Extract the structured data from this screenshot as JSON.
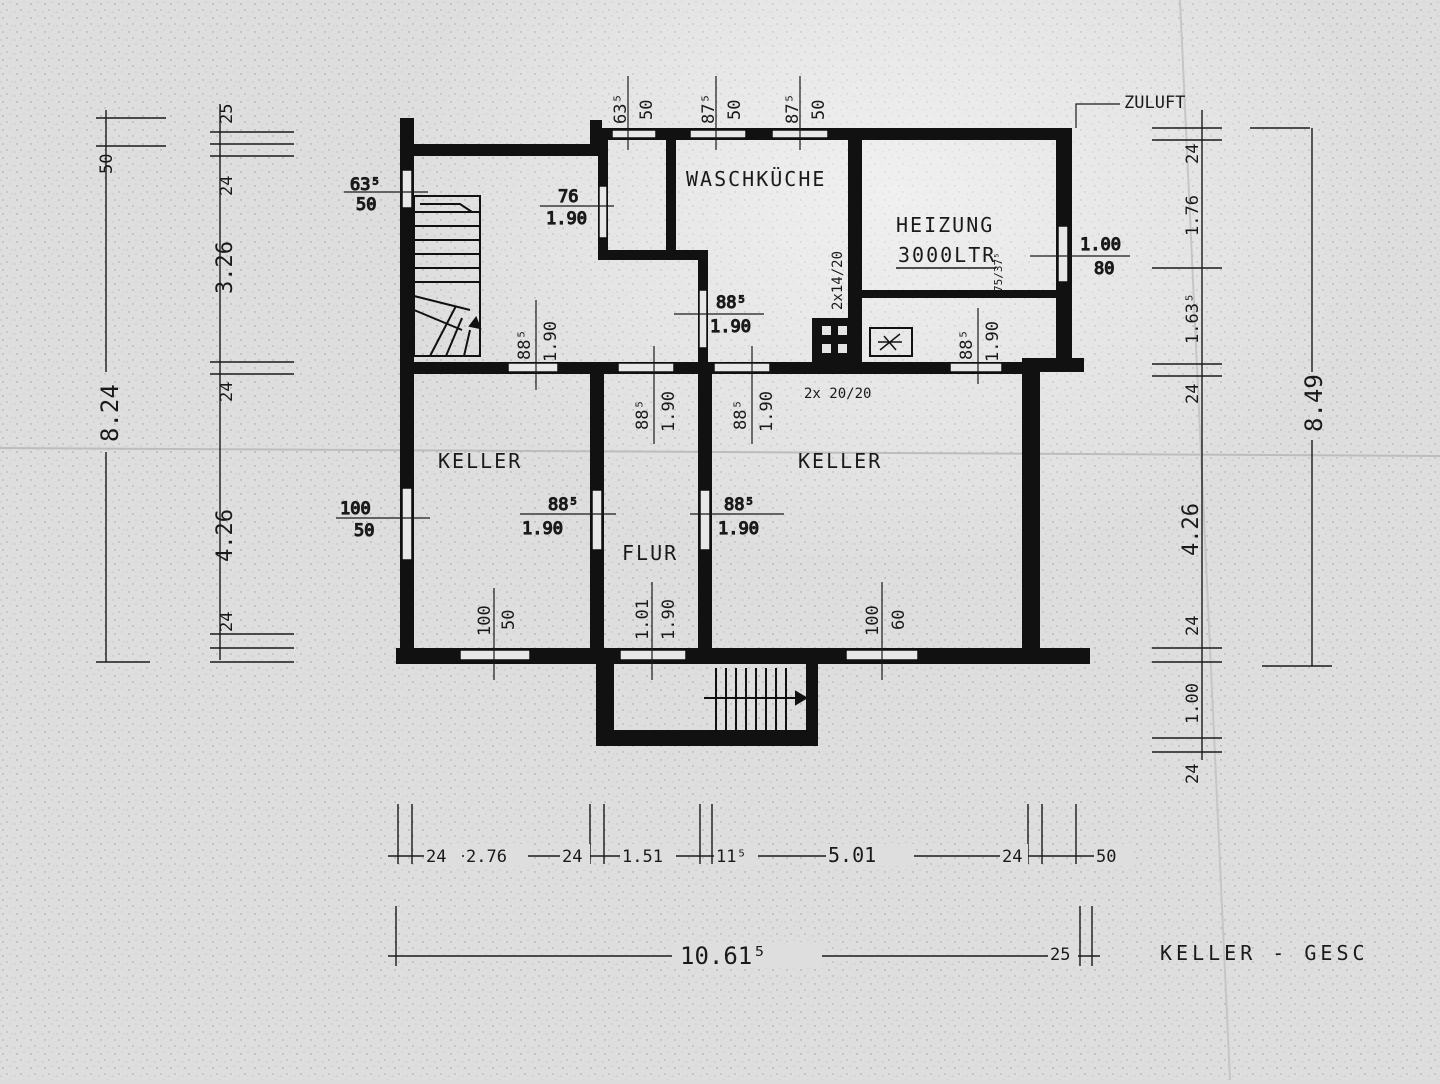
{
  "rooms": {
    "waschkueche": "WASCHKÜCHE",
    "heizung": "HEIZUNG",
    "tank": "3000LTR",
    "keller_left": "KELLER",
    "keller_right": "KELLER",
    "flur": "FLUR",
    "zuluft": "ZULUFT"
  },
  "sheet_title": "KELLER - GESC",
  "openings": {
    "stair_window": {
      "width": "63⁵",
      "height": "50"
    },
    "top_window_1": {
      "width": "63⁵",
      "height": "50"
    },
    "top_window_2": {
      "width": "87⁵",
      "height": "50"
    },
    "top_window_3": {
      "width": "87⁵",
      "height": "50"
    },
    "door_small_room": {
      "width": "76",
      "height": "1.90"
    },
    "door_waschkueche": {
      "width": "88⁵",
      "height": "1.90"
    },
    "door_stair": {
      "width": "88⁵",
      "height": "1.90"
    },
    "door_flur_top": {
      "width": "88⁵",
      "height": "1.90"
    },
    "door_keller_r_top": {
      "width": "88⁵",
      "height": "1.90"
    },
    "door_heizung": {
      "width": "88⁵",
      "height": "1.90"
    },
    "door_keller_l": {
      "width": "88⁵",
      "height": "1.90"
    },
    "door_keller_r": {
      "width": "88⁵",
      "height": "1.90"
    },
    "window_heizung_right": {
      "width": "1.00",
      "height": "80"
    },
    "window_left": {
      "width": "100",
      "height": "50"
    },
    "window_bottom_left": {
      "width": "100",
      "height": "50"
    },
    "door_bottom_flur": {
      "width": "1.01",
      "height": "1.90"
    },
    "window_bottom_right": {
      "width": "100",
      "height": "60"
    },
    "vent_heizung": "75/37⁵",
    "vent_2x14": "2x14/20",
    "vent_2x20": "2x 20/20"
  },
  "dims_left_outer": [
    "50",
    "8.24"
  ],
  "dims_left_inner": [
    "25",
    "24",
    "3.26",
    "24",
    "4.26",
    "24"
  ],
  "dims_right_inner": [
    "24",
    "1.76",
    "1.63⁵",
    "24",
    "4.26",
    "24",
    "1.00",
    "24"
  ],
  "dims_right_outer": [
    "8.49"
  ],
  "dims_bottom_chain": [
    "24",
    "2.76",
    "24",
    "1.51",
    "11⁵",
    "5.01",
    "24",
    "50"
  ],
  "dims_bottom_total": {
    "total": "10.61⁵",
    "extra": "25"
  }
}
